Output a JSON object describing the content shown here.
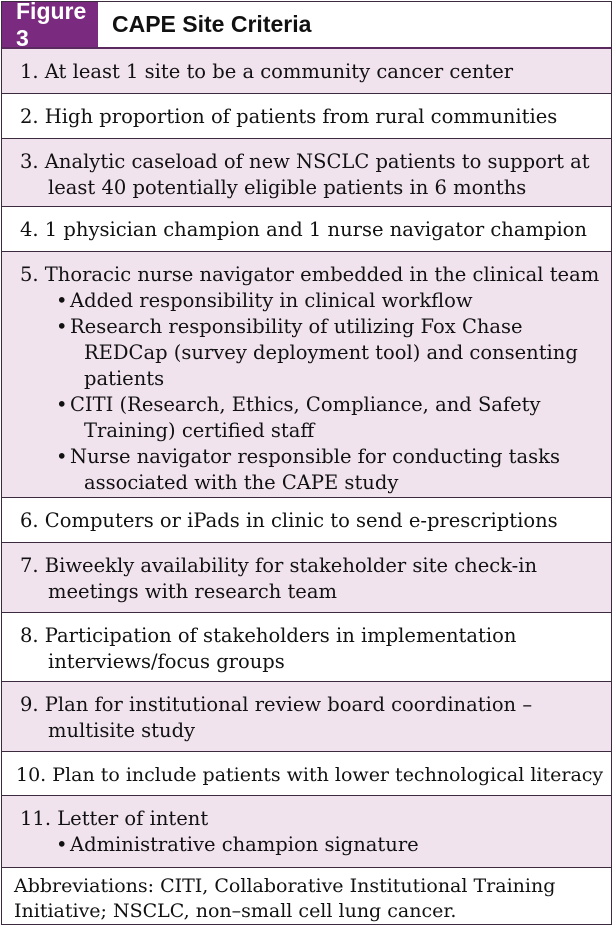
{
  "header": {
    "figure_label": "Figure 3",
    "title": "CAPE Site Criteria"
  },
  "criteria": [
    {
      "lines": [
        "1.  At least 1 site to be a community cancer center"
      ]
    },
    {
      "lines": [
        "2.  High proportion of patients from rural communities"
      ]
    },
    {
      "lines": [
        "3.  Analytic caseload of new NSCLC patients to support at",
        "least 40 potentially eligible patients in 6 months"
      ]
    },
    {
      "lines": [
        "4.  1 physician champion and 1 nurse navigator champion"
      ]
    },
    {
      "lines": [
        "5.  Thoracic nurse navigator embedded in the clinical team"
      ],
      "bullets": [
        [
          "Added responsibility in clinical workflow"
        ],
        [
          "Research responsibility of utilizing Fox Chase",
          "REDCap (survey deployment tool) and consenting",
          "patients"
        ],
        [
          "CITI (Research, Ethics, Compliance, and Safety",
          "Training) certified staff"
        ],
        [
          "Nurse navigator responsible for conducting tasks",
          "associated with the CAPE study"
        ]
      ]
    },
    {
      "lines": [
        "6.  Computers or iPads in clinic to send e-prescriptions"
      ]
    },
    {
      "lines": [
        "7.  Biweekly availability for stakeholder site check-in",
        "meetings with research team"
      ]
    },
    {
      "lines": [
        "8.  Participation of stakeholders in implementation",
        "interviews/focus groups"
      ]
    },
    {
      "lines": [
        "9.  Plan for institutional review board coordination –",
        "multisite study"
      ]
    },
    {
      "lines": [
        "10.  Plan to include patients with lower technological literacy"
      ]
    },
    {
      "lines": [
        "11.  Letter of intent"
      ],
      "bullets": [
        [
          "Administrative champion signature"
        ]
      ]
    }
  ],
  "footnote": {
    "lines": [
      "Abbreviations: CITI, Collaborative Institutional Training",
      "Initiative; NSCLC, non–small cell lung cancer."
    ]
  },
  "colors": {
    "label_bg": "#7b2b7f",
    "shade": "#f1e3ee"
  }
}
